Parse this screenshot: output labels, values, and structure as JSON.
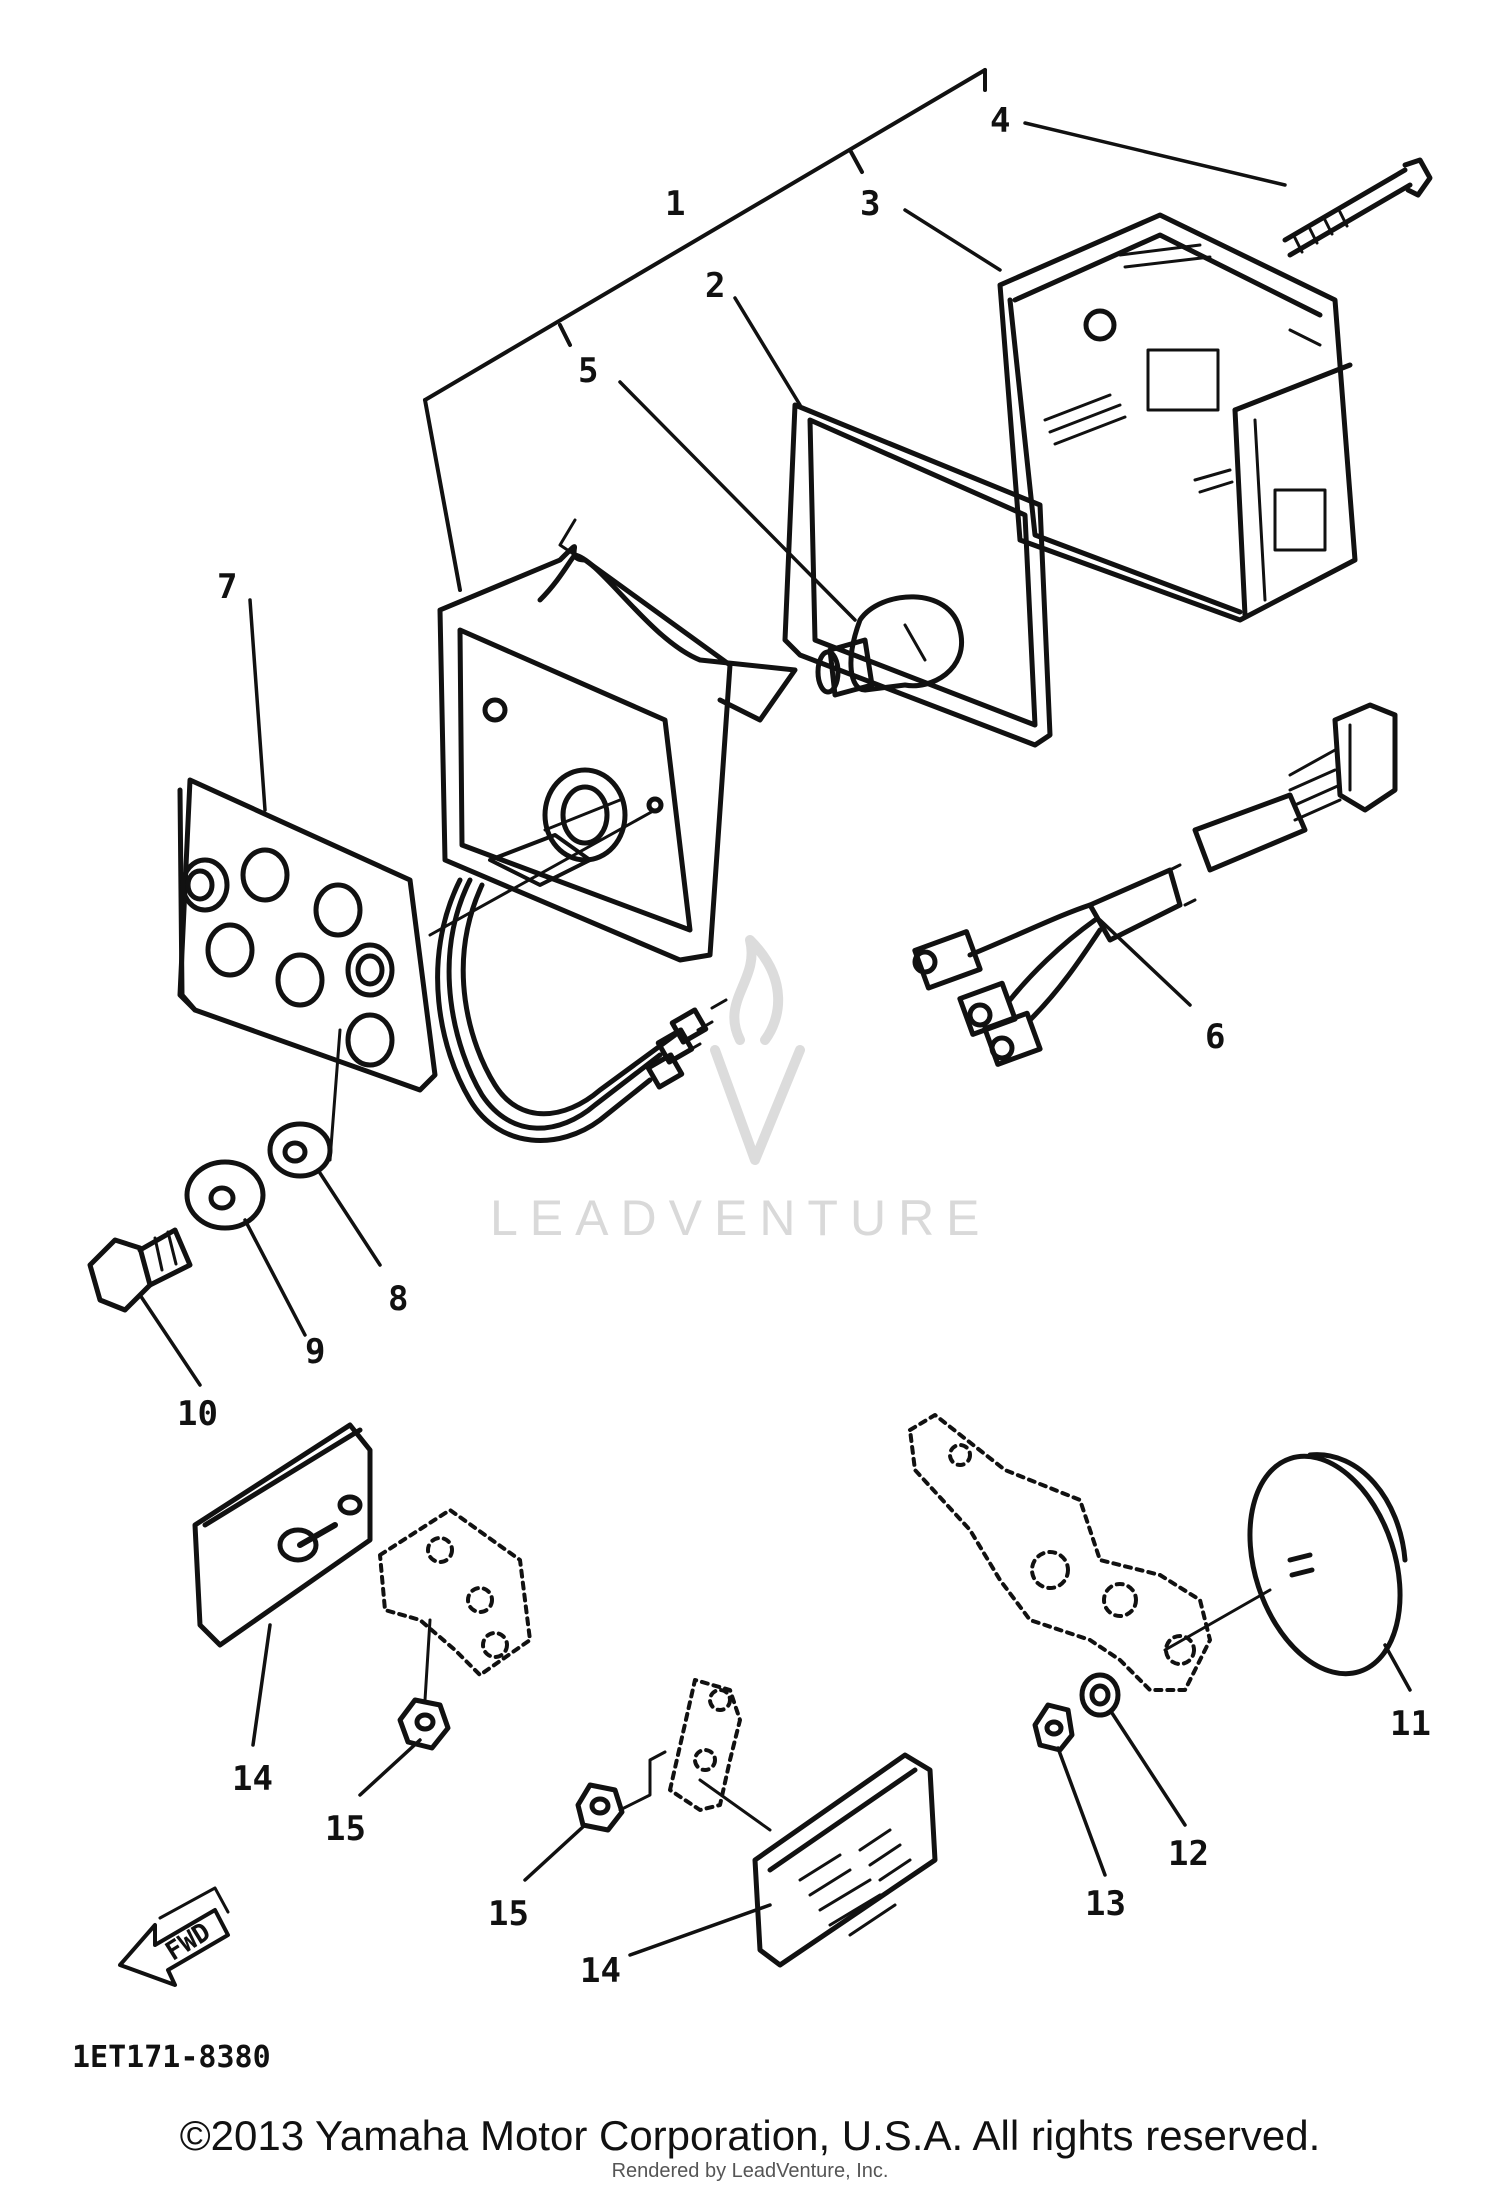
{
  "callouts": {
    "c1": "1",
    "c2": "2",
    "c3": "3",
    "c4": "4",
    "c5": "5",
    "c6": "6",
    "c7": "7",
    "c8": "8",
    "c9": "9",
    "c10": "10",
    "c11": "11",
    "c12": "12",
    "c13": "13",
    "c14a": "14",
    "c14b": "14",
    "c15a": "15",
    "c15b": "15"
  },
  "fwd_label": "FWD",
  "diagram_code": "1ET171-8380",
  "watermark": "LEADVENTURE",
  "copyright": "©2013 Yamaha Motor Corporation, U.S.A. All rights reserved.",
  "rendered_by": "Rendered by LeadVenture, Inc.",
  "colors": {
    "ink": "#111111",
    "watermark": "#d9d9d9"
  }
}
